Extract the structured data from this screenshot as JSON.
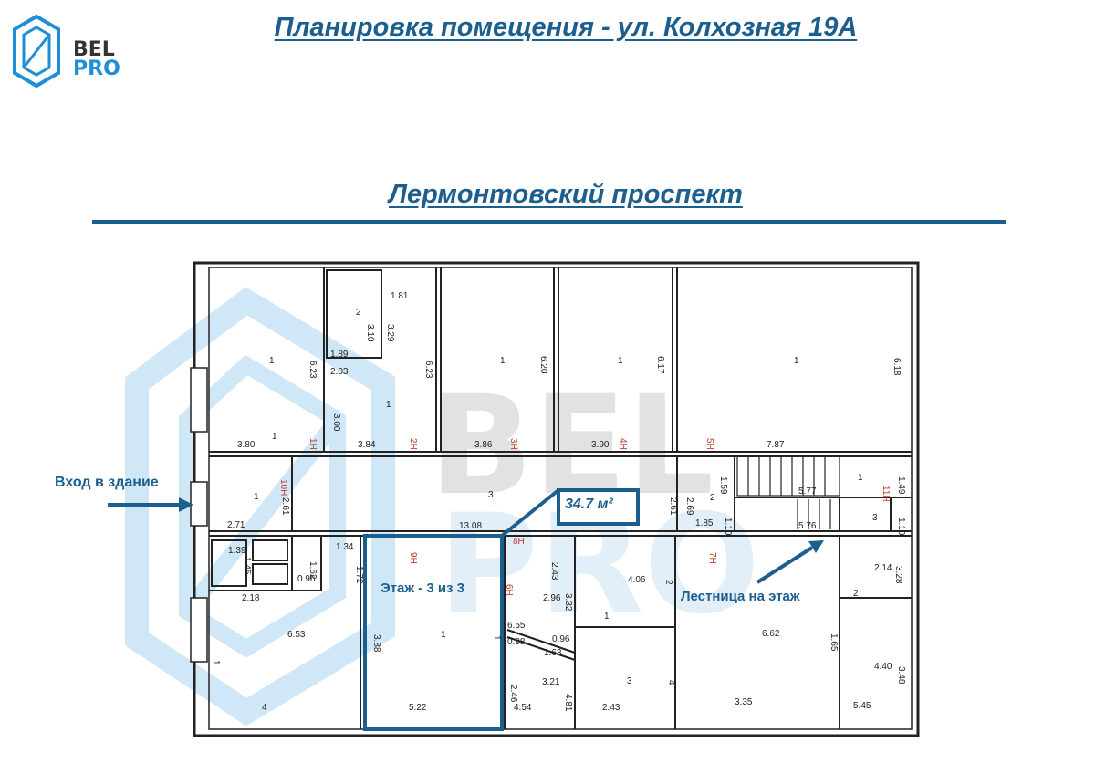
{
  "header": {
    "title": "Планировка помещения - ул. Колхозная 19А",
    "street": "Лермонтовский проспект"
  },
  "logo": {
    "line1": "BEL",
    "line2": "PRO",
    "icon": "belpro-logo-icon"
  },
  "watermark": {
    "line1": "BEL",
    "line2": "PRO"
  },
  "annotations": {
    "entrance": "Вход в здание",
    "area": "34.7 м²",
    "floor": "Этаж - 3 из 3",
    "stairs": "Лестница на этаж"
  },
  "colors": {
    "brand": "#1c5f8e",
    "accent": "#1e8fd6",
    "watermark": "#d3e9f8"
  },
  "plan_labels": [
    "1.81",
    "3.10",
    "3.29",
    "2",
    "1.89",
    "2.03",
    "6.23",
    "1",
    "6.23",
    "1",
    "6.20",
    "1",
    "6.17",
    "1",
    "6.18",
    "1",
    "3.00",
    "1",
    "3.80",
    "1Н",
    "3.84",
    "2Н",
    "3.86",
    "3Н",
    "3.90",
    "4Н",
    "5Н",
    "7.87",
    "1.59",
    "1.49",
    "11Н",
    "1",
    "10Н",
    "2.61",
    "1",
    "3",
    "2.69",
    "2.61",
    "2",
    "5.77",
    "1.10",
    "1.10",
    "3",
    "5.76",
    "2.71",
    "13.08",
    "1.85",
    "1.39",
    "1.45",
    "1.62",
    "0.96",
    "1.34",
    "1.72",
    "9Н",
    "8Н",
    "2.43",
    "7Н",
    "6Н",
    "3.32",
    "4.06",
    "2",
    "2.96",
    "1",
    "3.28",
    "2.14",
    "2",
    "2.18",
    "3.88",
    "6.53",
    "1",
    "1",
    "6.55",
    "0.98",
    "0.96",
    "1.63",
    "1.65",
    "6.62",
    "1",
    "4.81",
    "2.46",
    "3.21",
    "3",
    "4",
    "3.48",
    "4.40",
    "4",
    "5.22",
    "4.54",
    "2.43",
    "3.35",
    "5.45",
    "2.18"
  ]
}
